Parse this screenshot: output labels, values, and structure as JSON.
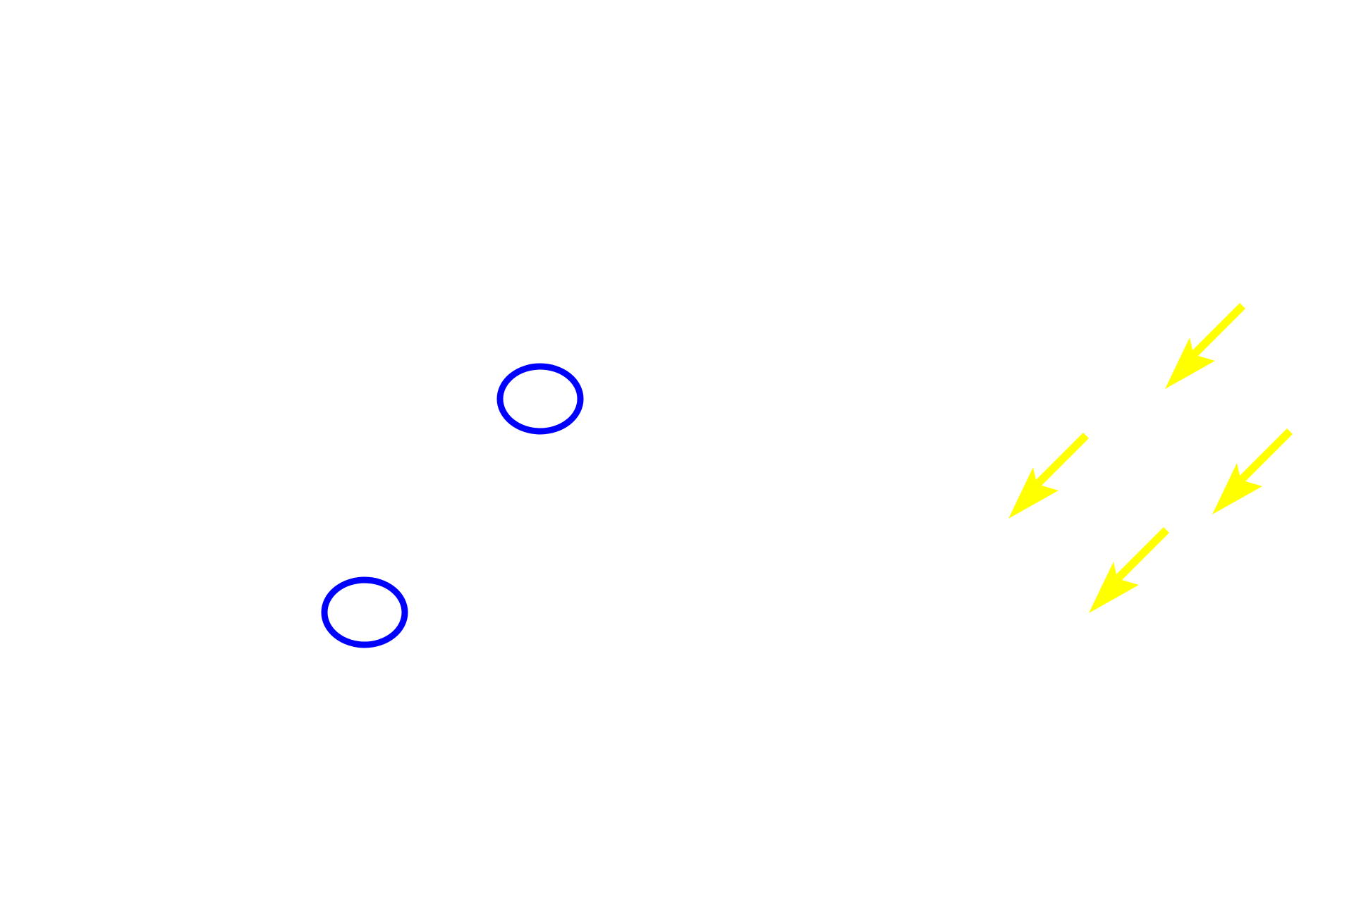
{
  "background_color": "#ffffff",
  "circle_marker": {
    "color": "#0000ff",
    "count": 2
  },
  "arrow_marker": {
    "color": "#ffff00",
    "count": 4,
    "direction": "down-left"
  }
}
